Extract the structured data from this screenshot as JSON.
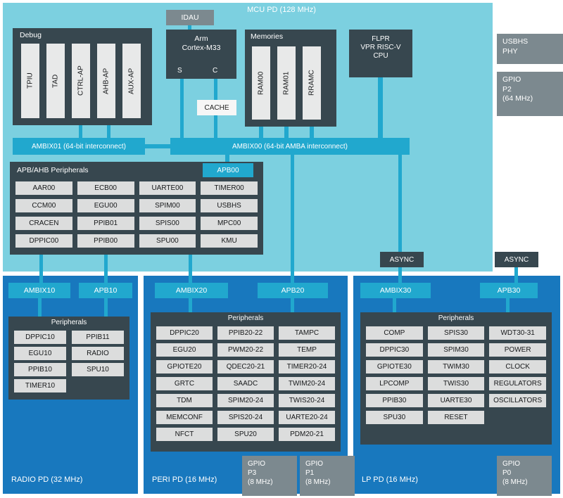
{
  "colors": {
    "mcu_bg": "#7CD0E0",
    "domain_bg": "#1878BE",
    "block_dark": "#37474F",
    "interconnect_cyan": "#21A8CE",
    "gray_box": "#7C898F",
    "cell_bg": "#DCDDDD"
  },
  "mcu": {
    "title": "MCU PD (128 MHz)",
    "idau": "IDAU",
    "debug": {
      "label": "Debug",
      "ports": [
        "TPIU",
        "TAD",
        "CTRL-AP",
        "AHB-AP",
        "AUX-AP"
      ]
    },
    "cortex": {
      "line1": "Arm",
      "line2": "Cortex-M33",
      "s_port": "S",
      "c_port": "C",
      "cache": "CACHE"
    },
    "memories": {
      "label": "Memories",
      "banks": [
        "RAM00",
        "RAM01",
        "RRAMC"
      ]
    },
    "flpr": {
      "line1": "FLPR",
      "line2": "VPR RISC-V",
      "line3": "CPU"
    },
    "ambix01": "AMBIX01 (64-bit interconnect)",
    "ambix00": "AMBIX00 (64-bit AMBA interconnect)",
    "apb_periph": {
      "label": "APB/AHB Peripherals",
      "apb00": "APB00",
      "cells": [
        "AAR00",
        "ECB00",
        "UARTE00",
        "TIMER00",
        "CCM00",
        "EGU00",
        "SPIM00",
        "USBHS",
        "CRACEN",
        "PPIB01",
        "SPIS00",
        "MPC00",
        "DPPIC00",
        "PPIB00",
        "SPU00",
        "KMU"
      ]
    },
    "async_left": "ASYNC",
    "async_right": "ASYNC"
  },
  "right_column": {
    "usbhs_phy": {
      "line1": "USBHS",
      "line2": "PHY"
    },
    "gpio_p2": {
      "line1": "GPIO",
      "line2": "P2",
      "line3": "(64 MHz)"
    }
  },
  "radio_pd": {
    "label": "RADIO PD (32 MHz)",
    "ambix": "AMBIX10",
    "apb": "APB10",
    "periph_label": "Peripherals",
    "cells": [
      "DPPIC10",
      "PPIB11",
      "EGU10",
      "RADIO",
      "PPIB10",
      "SPU10",
      "TIMER10"
    ]
  },
  "peri_pd": {
    "label": "PERI PD (16 MHz)",
    "ambix": "AMBIX20",
    "apb": "APB20",
    "periph_label": "Peripherals",
    "cells": [
      "DPPIC20",
      "PPIB20-22",
      "TAMPC",
      "EGU20",
      "PWM20-22",
      "TEMP",
      "GPIOTE20",
      "QDEC20-21",
      "TIMER20-24",
      "GRTC",
      "SAADC",
      "TWIM20-24",
      "TDM",
      "SPIM20-24",
      "TWIS20-24",
      "MEMCONF",
      "SPIS20-24",
      "UARTE20-24",
      "NFCT",
      "SPU20",
      "PDM20-21"
    ],
    "gpio_p3": {
      "line1": "GPIO",
      "line2": "P3",
      "line3": "(8 MHz)"
    },
    "gpio_p1": {
      "line1": "GPIO",
      "line2": "P1",
      "line3": "(8 MHz)"
    }
  },
  "lp_pd": {
    "label": "LP PD (16 MHz)",
    "ambix": "AMBIX30",
    "apb": "APB30",
    "periph_label": "Peripherals",
    "cells": [
      "COMP",
      "SPIS30",
      "WDT30-31",
      "DPPIC30",
      "SPIM30",
      "POWER",
      "GPIOTE30",
      "TWIM30",
      "CLOCK",
      "LPCOMP",
      "TWIS30",
      "REGULATORS",
      "PPIB30",
      "UARTE30",
      "OSCILLATORS",
      "SPU30",
      "RESET"
    ],
    "gpio_p0": {
      "line1": "GPIO",
      "line2": "P0",
      "line3": "(8 MHz)"
    }
  }
}
